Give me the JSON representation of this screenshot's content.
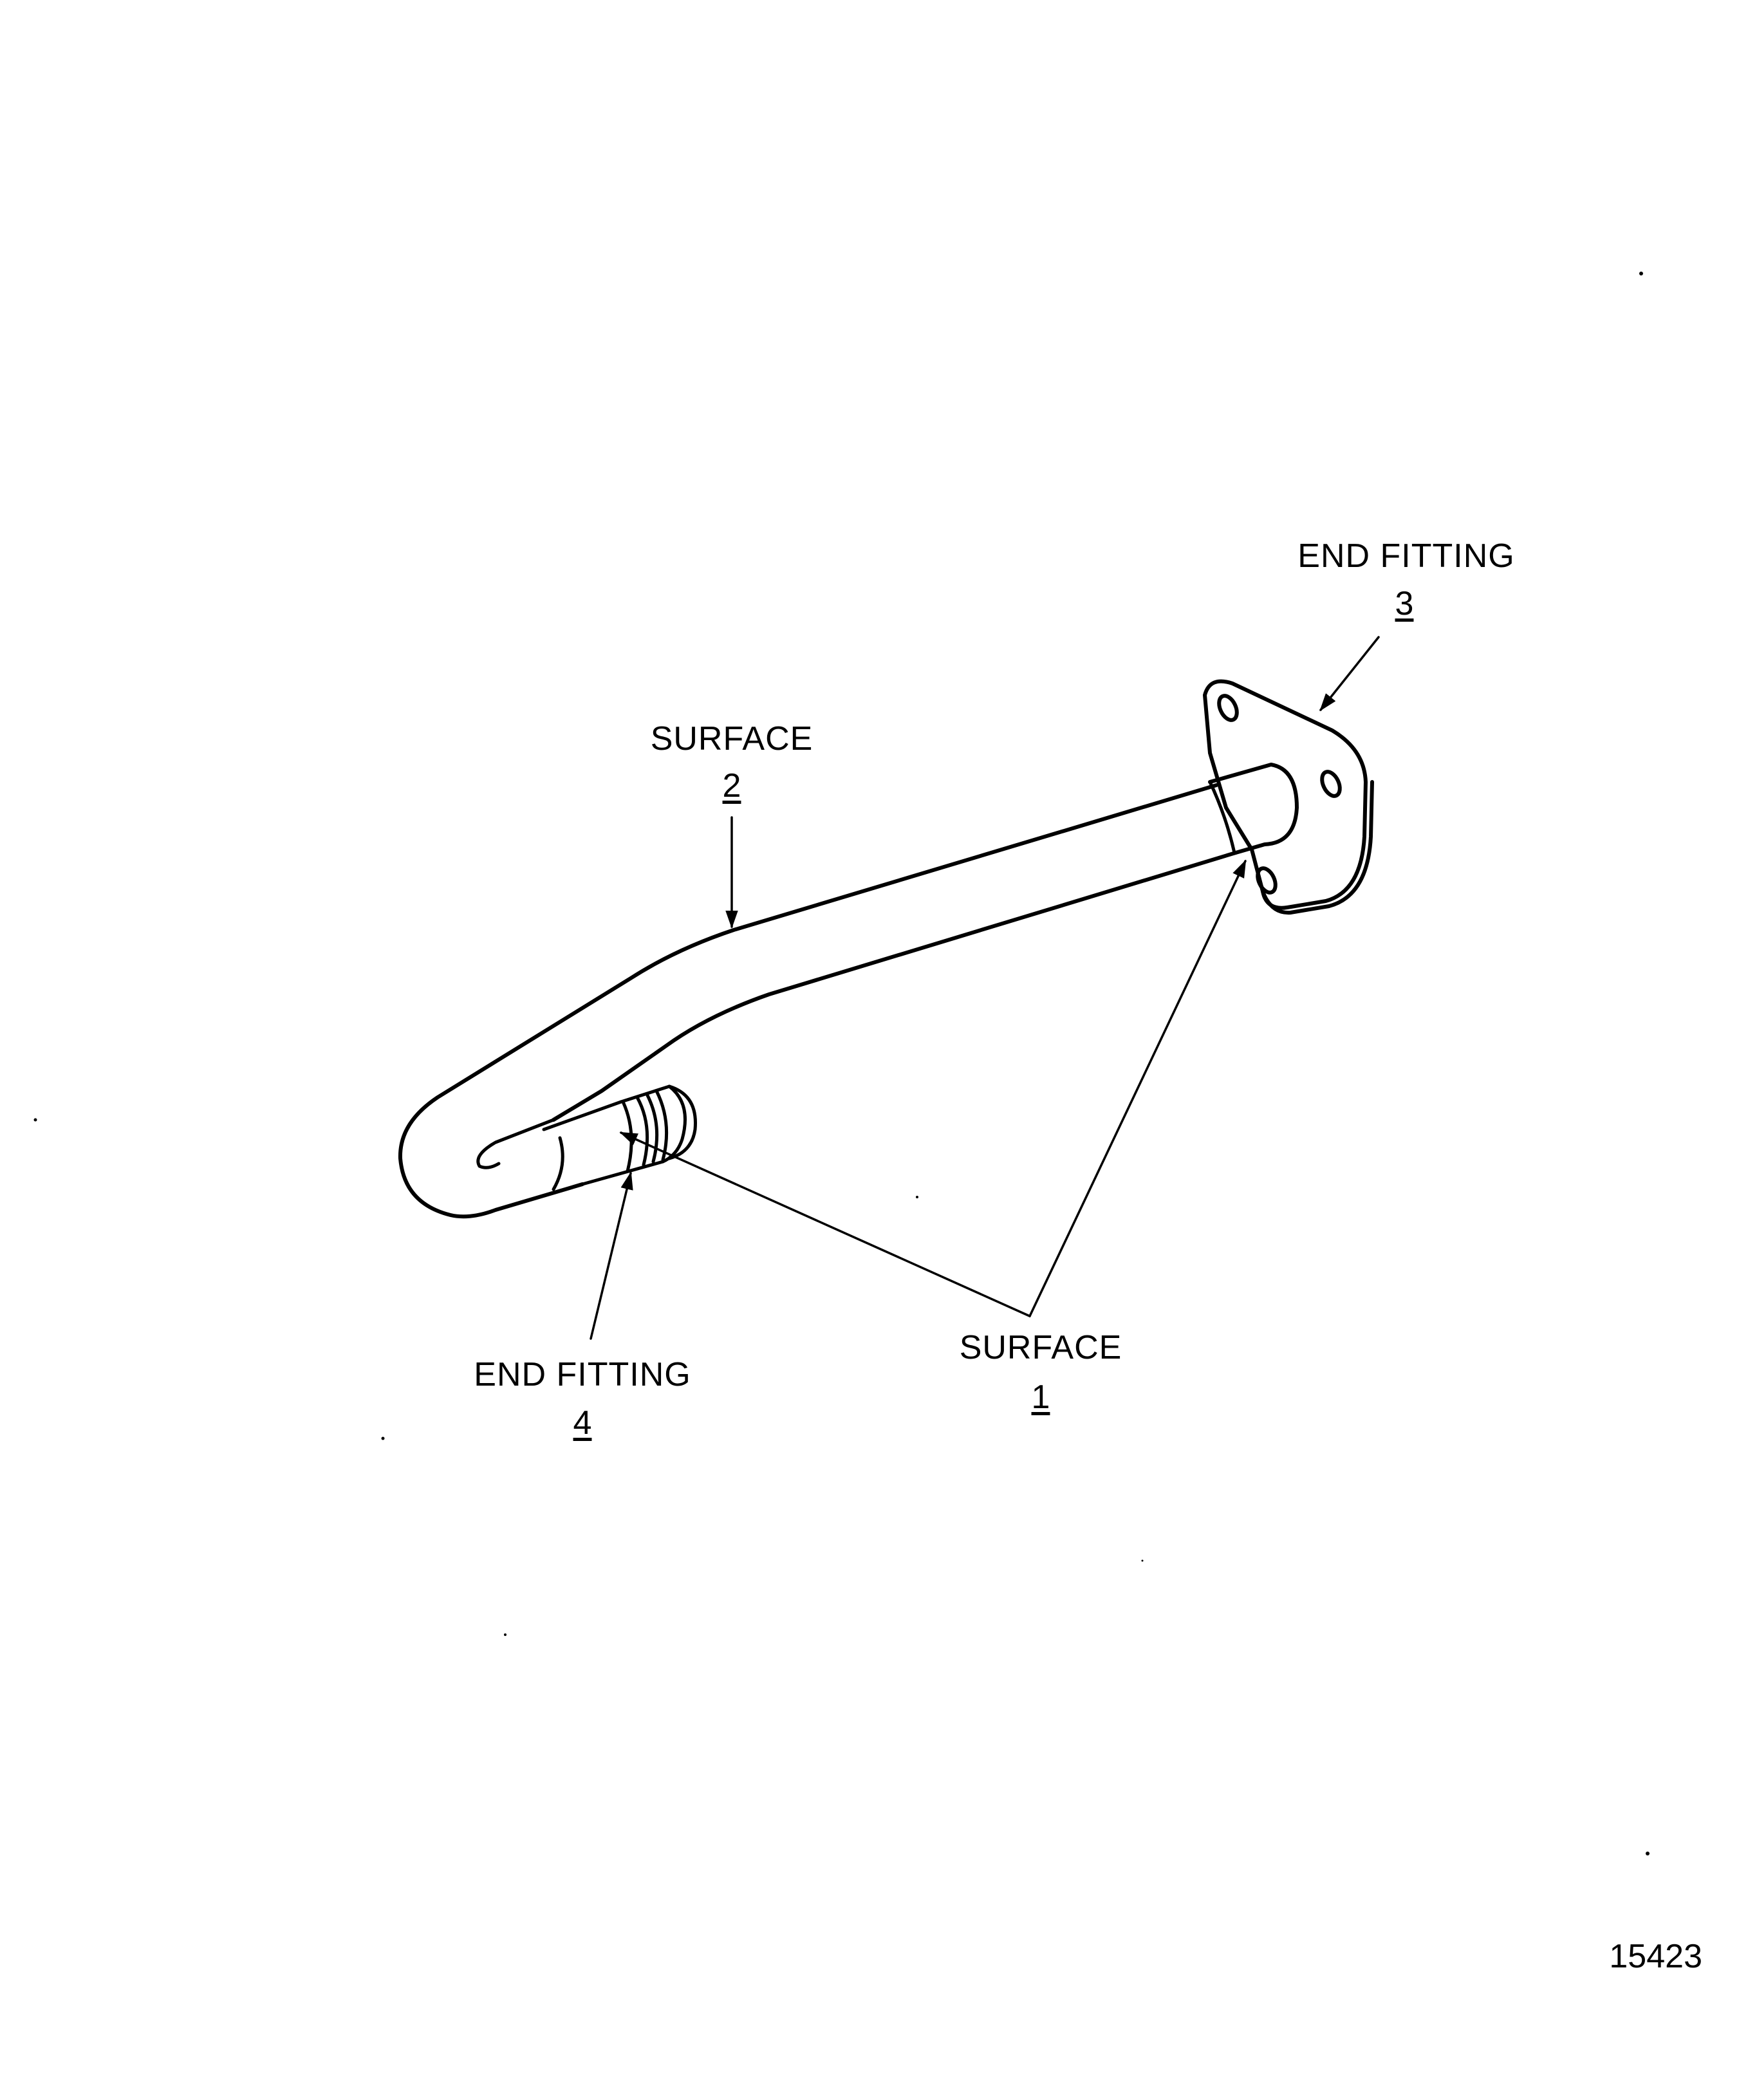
{
  "callouts": {
    "surface_1": {
      "label": "SURFACE",
      "number": "1"
    },
    "surface_2": {
      "label": "SURFACE",
      "number": "2"
    },
    "end_fitting_3": {
      "label": "END FITTING",
      "number": "3"
    },
    "end_fitting_4": {
      "label": "END FITTING",
      "number": "4"
    }
  },
  "figure_number": "15423",
  "colors": {
    "line": "#000000",
    "background": "#ffffff"
  }
}
